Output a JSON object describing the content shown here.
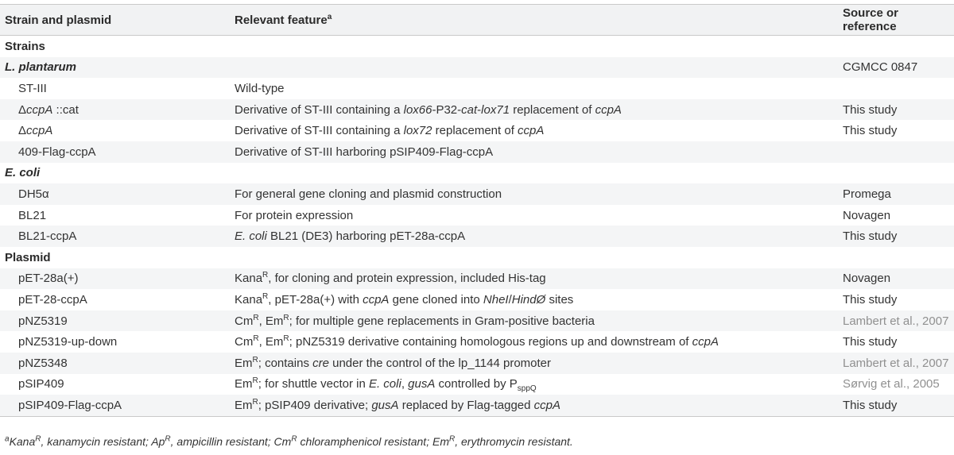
{
  "header": {
    "col1": "Strain and plasmid",
    "col2": "Relevant feature",
    "col2_sup": "a",
    "col3": "Source or reference"
  },
  "rows": [
    {
      "type": "section",
      "c1": "Strains"
    },
    {
      "type": "sub",
      "c1": "L. plantarum",
      "c3": "CGMCC 0847"
    },
    {
      "c1": "ST-III",
      "c2": "Wild-type"
    },
    {
      "c1_pre": "Δ",
      "c1_it": "ccpA",
      "c1_post": " ::cat",
      "c2_a": "Derivative of ST-III containing a ",
      "c2_b": "lox66",
      "c2_c": "-P32-",
      "c2_d": "cat",
      "c2_e": "-",
      "c2_f": "lox71",
      "c2_g": " replacement of ",
      "c2_h": "ccpA",
      "c3": "This study"
    },
    {
      "c1_pre": "Δ",
      "c1_it": "ccpA",
      "c2_a": "Derivative of ST-III containing a ",
      "c2_b": "lox72",
      "c2_c": " replacement of ",
      "c2_d": "ccpA",
      "c3": "This study"
    },
    {
      "c1": "409-Flag-ccpA",
      "c2": "Derivative of ST-III harboring pSIP409-Flag-ccpA"
    },
    {
      "type": "sub",
      "c1": "E. coli"
    },
    {
      "c1": "DH5α",
      "c2": "For general gene cloning and plasmid construction",
      "c3": "Promega"
    },
    {
      "c1": "BL21",
      "c2": "For protein expression",
      "c3": "Novagen"
    },
    {
      "c1": "BL21-ccpA",
      "c2_a": "E. coli",
      "c2_b": " BL21 (DE3) harboring pET-28a-ccpA",
      "c3": "This study"
    },
    {
      "type": "section",
      "c1": "Plasmid"
    },
    {
      "c1": "pET-28a(+)",
      "c2_a": "Kana",
      "c2_sup": "R",
      "c2_b": ", for cloning and protein expression, included His-tag",
      "c3": "Novagen"
    },
    {
      "c1": "pET-28-ccpA",
      "c2_a": "Kana",
      "c2_sup": "R",
      "c2_b": ", pET-28a(+) with ",
      "c2_c": "ccpA",
      "c2_d": " gene cloned into ",
      "c2_e": "NheI",
      "c2_f": "/",
      "c2_g": "HindØ",
      "c2_h": " sites",
      "c3": "This study"
    },
    {
      "c1": "pNZ5319",
      "c2_a": "Cm",
      "c2_sup1": "R",
      "c2_b": ", Em",
      "c2_sup2": "R",
      "c2_c": "; for multiple gene replacements in Gram-positive bacteria",
      "c3": "Lambert et al., 2007"
    },
    {
      "c1": "pNZ5319-up-down",
      "c2_a": "Cm",
      "c2_sup1": "R",
      "c2_b": ", Em",
      "c2_sup2": "R",
      "c2_c": "; pNZ5319 derivative containing homologous regions up and downstream of ",
      "c2_d": "ccpA",
      "c3": "This study"
    },
    {
      "c1": "pNZ5348",
      "c2_a": "Em",
      "c2_sup": "R",
      "c2_b": "; contains ",
      "c2_c": "cre",
      "c2_d": " under the control of the lp_1144 promoter",
      "c3": "Lambert et al., 2007"
    },
    {
      "c1": "pSIP409",
      "c2_a": "Em",
      "c2_sup": "R",
      "c2_b": "; for shuttle vector in ",
      "c2_c": "E. coli",
      "c2_d": ", ",
      "c2_e": "gusA",
      "c2_f": " controlled by P",
      "c2_sub": "sppQ",
      "c3": "Sørvig et al., 2005"
    },
    {
      "c1": "pSIP409-Flag-ccpA",
      "c2_a": "Em",
      "c2_sup": "R",
      "c2_b": "; pSIP409 derivative; ",
      "c2_c": "gusA",
      "c2_d": " replaced by Flag-tagged ",
      "c2_e": "ccpA",
      "c3": "This study"
    }
  ],
  "footnote": {
    "mark": "a",
    "t1": "Kana",
    "s1": "R",
    "t2": ", kanamycin resistant; Ap",
    "s2": "R",
    "t3": ", ampicillin resistant; Cm",
    "s3": "R",
    "t4": " chloramphenicol resistant; Em",
    "s4": "R",
    "t5": ", erythromycin resistant."
  },
  "colors": {
    "header_bg": "#f1f2f3",
    "stripe_bg": "#f4f5f6",
    "reference_link": "#909090",
    "text": "#333333"
  }
}
